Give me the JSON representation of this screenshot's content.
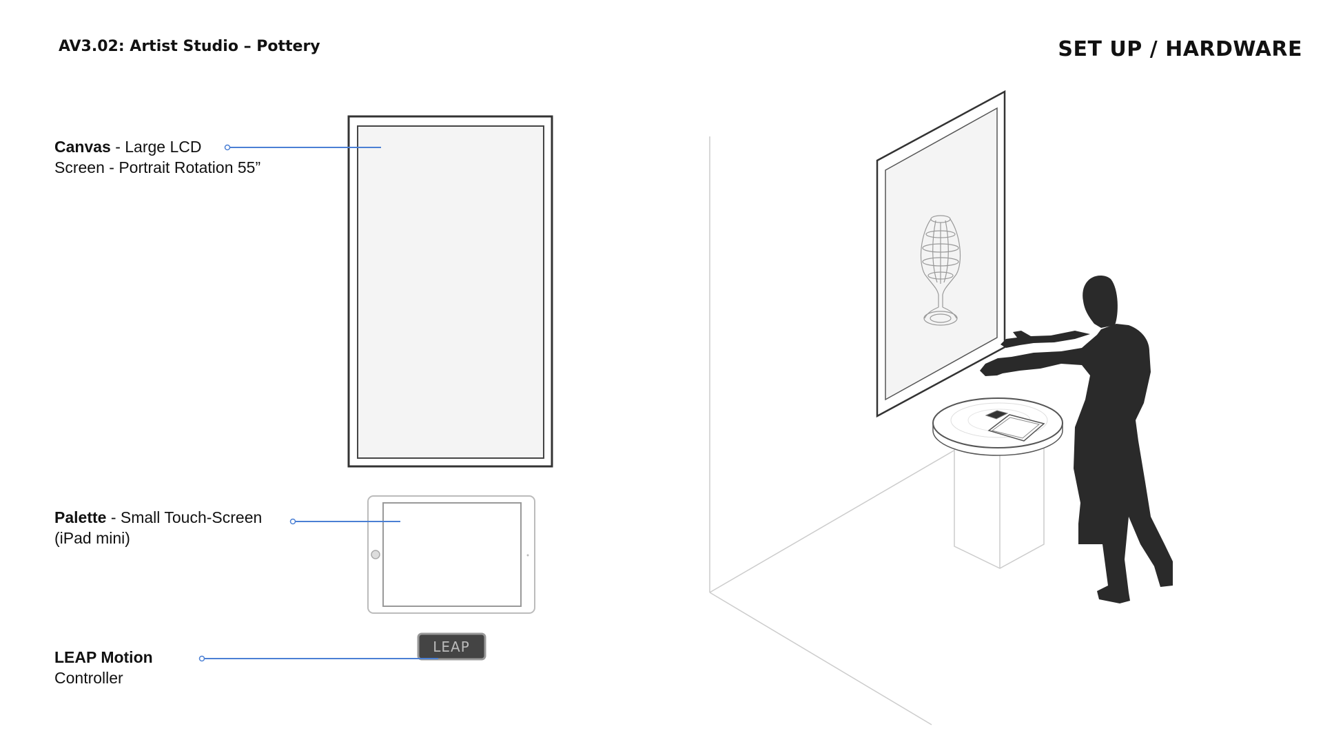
{
  "header": {
    "doc_title": "AV3.02: Artist Studio – Pottery",
    "section_title": "SET UP / HARDWARE"
  },
  "components": {
    "canvas": {
      "name": "Canvas",
      "desc_line1": " - Large LCD",
      "desc_line2": "Screen - Portrait Rotation 55”"
    },
    "palette": {
      "name": "Palette",
      "desc_line1": " - Small Touch-Screen",
      "desc_line2": "(iPad mini)"
    },
    "leap": {
      "name": "LEAP Motion",
      "desc_line2": "Controller",
      "device_text": "LEAP"
    }
  },
  "colors": {
    "leader_line": "#4a7fd4",
    "outline": "#333333",
    "light_outline": "#bbbbbb",
    "screen_fill": "#f4f4f4",
    "silhouette": "#2a2a2a"
  }
}
